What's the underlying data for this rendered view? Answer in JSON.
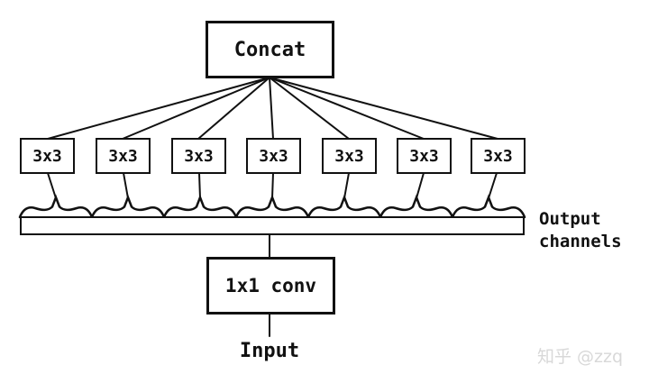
{
  "diagram": {
    "title_node_label": "Concat",
    "branch_boxes": [
      {
        "label": "3x3"
      },
      {
        "label": "3x3"
      },
      {
        "label": "3x3"
      },
      {
        "label": "3x3"
      },
      {
        "label": "3x3"
      },
      {
        "label": "3x3"
      },
      {
        "label": "3x3"
      }
    ],
    "bar_label": "Output\nchannels",
    "conv_node_label": "1x1 conv",
    "input_label": "Input",
    "colors": {
      "line": "#111111",
      "background": "#ffffff",
      "watermark": "#d8d8d8"
    }
  },
  "watermark": {
    "text": "知乎 @zzq"
  }
}
